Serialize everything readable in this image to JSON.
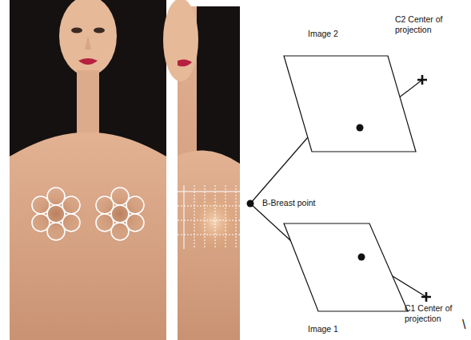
{
  "diagram": {
    "nodes": [
      {
        "text": [
          "Image 2"
        ]
      },
      {
        "text": [
          "C2 Center of projection"
        ]
      },
      {
        "text": [
          "B-Breast point"
        ]
      },
      {
        "text": [
          "Image 1"
        ]
      },
      {
        "text": [
          "C1 Center of projection"
        ]
      }
    ],
    "edges": [
      {
        "from": 2,
        "to": 0,
        "arrow": "none"
      },
      {
        "from": 2,
        "to": 3,
        "arrow": "none"
      },
      {
        "from": 0,
        "to": 1,
        "arrow": "none"
      },
      {
        "from": 3,
        "to": 4,
        "arrow": "none"
      }
    ],
    "labels": [
      "\\"
    ]
  }
}
